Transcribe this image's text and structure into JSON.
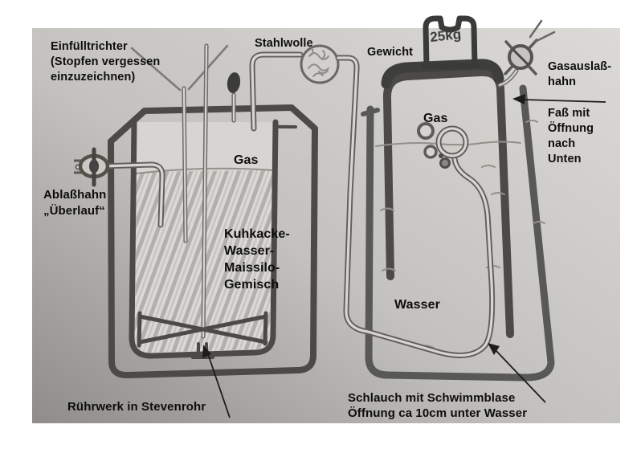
{
  "labels": {
    "einfuelltrichter": "Einfülltrichter\n(Stopfen vergessen\neinzuzeichnen)",
    "stahlwolle": "Stahlwolle",
    "gewicht": "Gewicht",
    "weight_value": "25kg",
    "gasauslasshahn": "Gasauslaß-\nhahn",
    "fass": "Faß mit\nÖffnung\nnach\nUnten",
    "gas_left": "Gas",
    "ablasshahn": "Ablaßhahn\n„Überlauf“",
    "kuhkacke": "Kuhkacke-\nWasser-\nMaissilo-\nGemisch",
    "gas_right": "Gas",
    "wasser": "Wasser",
    "ruehrwerk": "Rührwerk in Stevenrohr",
    "schlauch": "Schlauch mit Schwimmblase\nÖffnung ca 10cm unter Wasser"
  },
  "colors": {
    "ink": "#4c4a48",
    "paper_light": "#dad8d4",
    "paper_dark": "#8f8d8a",
    "text": "#0d0d0d"
  }
}
